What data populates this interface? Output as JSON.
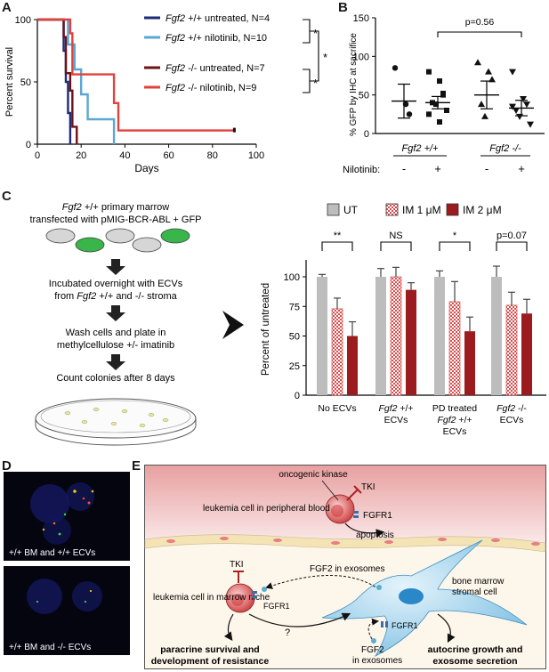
{
  "panels": {
    "A": "A",
    "B": "B",
    "C": "C",
    "D": "D",
    "E": "E"
  },
  "panelA": {
    "ylabel": "Percent survival",
    "xlabel": "Days",
    "xticks": [
      "0",
      "20",
      "40",
      "60",
      "80",
      "100"
    ],
    "yticks": [
      "0",
      "50",
      "100"
    ],
    "legend": [
      {
        "gene": "Fgf2",
        "geno": " +/+ untreated, N=4",
        "color": "#1e2a7a"
      },
      {
        "gene": "Fgf2",
        "geno": " +/+ nilotinib, N=10",
        "color": "#5aa6d6"
      },
      {
        "gene": "Fgf2",
        "geno": " -/- untreated, N=7",
        "color": "#6b1218"
      },
      {
        "gene": "Fgf2",
        "geno": " -/- nilotinib, N=9",
        "color": "#e3413b"
      }
    ],
    "sig": [
      "*",
      "*",
      "*"
    ]
  },
  "panelB": {
    "ylabel": "% GFP by IHC at sacrifice",
    "yticks": [
      "0",
      "50",
      "100",
      "150"
    ],
    "pvalue": "p=0.56",
    "group1": "Fgf2 +/+",
    "group2": "Fgf2 -/-",
    "treat_label": "Nilotinib:",
    "treat": [
      "-",
      "+",
      "-",
      "+"
    ]
  },
  "panelC": {
    "flow": {
      "step1_gene": "Fgf2",
      "step1_a": " +/+ primary marrow",
      "step1_b": "transfected with pMIG-BCR-ABL + GFP",
      "step2_a": "Incubated overnight with ECVs",
      "step2_b": "from Fgf2 +/+ and -/- stroma",
      "step3_a": "Wash cells and plate in",
      "step3_b": "methylcellulose +/- imatinib",
      "step4": "Count colonies after 8 days"
    },
    "legend": [
      "UT",
      "IM 1 μM",
      "IM 2 μM"
    ],
    "ylabel": "Percent of untreated",
    "yticks": [
      "0",
      "25",
      "50",
      "75",
      "100"
    ],
    "sig": [
      "**",
      "NS",
      "*",
      "p=0.07"
    ],
    "groups": [
      {
        "l1": "No ECVs",
        "l2": "",
        "l3": ""
      },
      {
        "l1": "Fgf2 +/+",
        "l2": "ECVs",
        "l3": ""
      },
      {
        "l1": "PD treated",
        "l2": "Fgf2 +/+",
        "l3": "ECVs"
      },
      {
        "l1": "Fgf2 -/-",
        "l2": "ECVs",
        "l3": ""
      }
    ]
  },
  "panelD": {
    "caption1": "+/+ BM and +/+ ECVs",
    "caption2": "+/+ BM and -/- ECVs"
  },
  "panelE": {
    "oncogenic": "oncogenic kinase",
    "tki1": "TKI",
    "fgfr1_top": "FGFR1",
    "cell_blood": "leukemia cell in peripheral blood",
    "apoptosis": "apoptosis",
    "tki2": "TKI",
    "fgf2_exo": "FGF2 in exosomes",
    "cell_niche": "leukemia cell in marrow niche",
    "fgfr1_mid": "FGFR1",
    "stromal_a": "bone marrow",
    "stromal_b": "stromal cell",
    "question": "?",
    "fgfr1_low": "FGFR1",
    "fgf2_b_a": "FGF2",
    "fgf2_b_b": "in exosomes",
    "para_a": "paracrine survival and",
    "para_b": "development of resistance",
    "auto_a": "autocrine growth and",
    "auto_b": "exosome secretion"
  },
  "chart_data": [
    {
      "panel": "A",
      "type": "line",
      "title": "",
      "xlabel": "Days",
      "ylabel": "Percent survival",
      "xlim": [
        0,
        100
      ],
      "ylim": [
        0,
        100
      ],
      "series": [
        {
          "name": "Fgf2 +/+ untreated, N=4",
          "color": "#1e2a7a",
          "x": [
            0,
            12,
            12,
            13,
            13,
            14,
            14,
            15,
            15
          ],
          "y": [
            100,
            100,
            75,
            75,
            50,
            50,
            25,
            25,
            0
          ]
        },
        {
          "name": "Fgf2 +/+ nilotinib, N=10",
          "color": "#5aa6d6",
          "x": [
            0,
            14,
            14,
            17,
            17,
            20,
            20,
            23,
            23,
            35,
            35
          ],
          "y": [
            100,
            100,
            80,
            80,
            60,
            60,
            40,
            40,
            20,
            20,
            0
          ]
        },
        {
          "name": "Fgf2 -/- untreated, N=7",
          "color": "#6b1218",
          "x": [
            0,
            12,
            12,
            13,
            13,
            15,
            15,
            16,
            16,
            18,
            18
          ],
          "y": [
            100,
            100,
            86,
            86,
            57,
            57,
            43,
            43,
            14,
            14,
            0
          ]
        },
        {
          "name": "Fgf2 -/- nilotinib, N=9",
          "color": "#e3413b",
          "x": [
            0,
            15,
            15,
            16,
            16,
            20,
            20,
            35,
            35,
            37,
            37,
            58,
            58,
            90
          ],
          "y": [
            100,
            100,
            89,
            89,
            56,
            56,
            56,
            56,
            33,
            33,
            11,
            11,
            11,
            11
          ]
        }
      ]
    },
    {
      "panel": "B",
      "type": "scatter",
      "ylabel": "% GFP by IHC at sacrifice",
      "ylim": [
        0,
        150
      ],
      "groups": [
        {
          "label": "Fgf2 +/+ -",
          "marker": "circle",
          "mean": 42,
          "sem": 22,
          "points": [
            85,
            38,
            25
          ]
        },
        {
          "label": "Fgf2 +/+ +",
          "marker": "square",
          "mean": 40,
          "sem": 8,
          "points": [
            80,
            68,
            52,
            40,
            38,
            30,
            25,
            15,
            50
          ]
        },
        {
          "label": "Fgf2 -/- -",
          "marker": "triangle-up",
          "mean": 50,
          "sem": 18,
          "points": [
            92,
            80,
            70,
            38,
            22
          ]
        },
        {
          "label": "Fgf2 -/- +",
          "marker": "triangle-down",
          "mean": 33,
          "sem": 10,
          "points": [
            80,
            45,
            38,
            30,
            22,
            12,
            35
          ]
        }
      ]
    },
    {
      "panel": "C",
      "type": "bar",
      "ylabel": "Percent of untreated",
      "ylim": [
        0,
        100
      ],
      "categories": [
        "No ECVs",
        "Fgf2 +/+ ECVs",
        "PD treated Fgf2 +/+ ECVs",
        "Fgf2 -/- ECVs"
      ],
      "series": [
        {
          "name": "UT",
          "color": "#bdbdbd",
          "values": [
            100,
            100,
            100,
            100
          ],
          "err": [
            2,
            7,
            5,
            9
          ]
        },
        {
          "name": "IM 1 μM",
          "color": "#f2b7b7",
          "values": [
            73,
            100,
            79,
            76
          ],
          "err": [
            9,
            8,
            17,
            11
          ]
        },
        {
          "name": "IM 2 μM",
          "color": "#9b1b1f",
          "values": [
            50,
            89,
            54,
            69
          ],
          "err": [
            12,
            6,
            12,
            12
          ]
        }
      ]
    }
  ]
}
